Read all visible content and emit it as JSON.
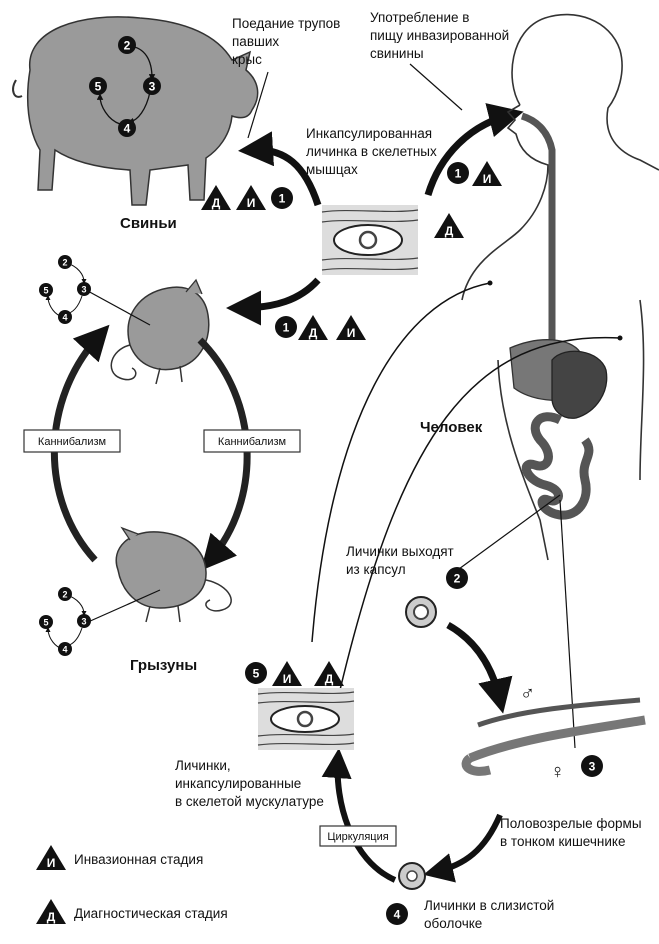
{
  "labels": {
    "pigs": "Свиньи",
    "rodents": "Грызуны",
    "human": "Человек",
    "eating_rats_l1": "Поедание трупов",
    "eating_rats_l2": "павших",
    "eating_rats_l3": "крыс",
    "eating_pork_l1": "Употребление в",
    "eating_pork_l2": "пищу инвазированной",
    "eating_pork_l3": "свинины",
    "encapsulated_l1": "Инкапсулированная",
    "encapsulated_l2": "личинка в скелетных",
    "encapsulated_l3": "мышцах",
    "larvae_exit_l1": "Личинки выходят",
    "larvae_exit_l2": "из капсул",
    "adult_l1": "Половозрелые формы",
    "adult_l2": "в тонком кишечнике",
    "mucosa_l1": "Личинки в слизистой",
    "mucosa_l2": "оболочке",
    "muscle_l1": "Личинки,",
    "muscle_l2": "инкапсулированные",
    "muscle_l3": "в скелетой мускулатуре",
    "cannibalism_left": "Каннибализм",
    "cannibalism_right": "Каннибализм",
    "circulation": "Циркуляция"
  },
  "legend": {
    "invasive": "Инвазионная стадия",
    "diagnostic": "Диагностическая стадия"
  },
  "markers": {
    "invasive": "И",
    "diagnostic": "Д",
    "male": "♂",
    "female": "♀"
  },
  "stages": {
    "n1": "1",
    "n2": "2",
    "n3": "3",
    "n4": "4",
    "n5": "5"
  }
}
